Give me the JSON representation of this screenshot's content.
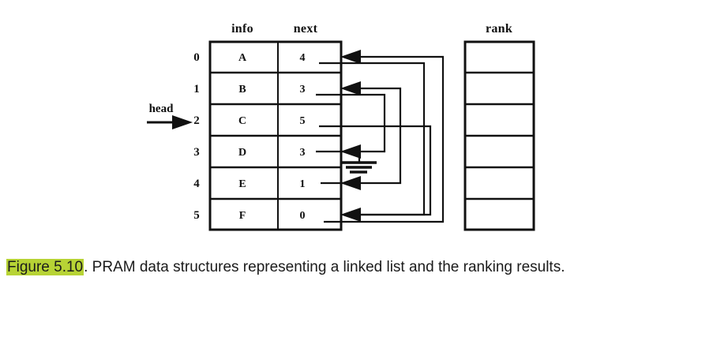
{
  "figure": {
    "columns": {
      "info_header": "info",
      "next_header": "next",
      "rank_header": "rank"
    },
    "head_pointer": {
      "label": "head",
      "points_to_index": 2
    },
    "row_indices": [
      "0",
      "1",
      "2",
      "3",
      "4",
      "5"
    ],
    "rows": [
      {
        "index": "0",
        "info": "A",
        "next": "4"
      },
      {
        "index": "1",
        "info": "B",
        "next": "3"
      },
      {
        "index": "2",
        "info": "C",
        "next": "5"
      },
      {
        "index": "3",
        "info": "D",
        "next": "3"
      },
      {
        "index": "4",
        "info": "E",
        "next": "1"
      },
      {
        "index": "5",
        "info": "F",
        "next": "0"
      }
    ],
    "rank_cells": [
      "",
      "",
      "",
      "",
      "",
      ""
    ],
    "terminator_symbol": "ground",
    "colors": {
      "ink": "#111111",
      "background": "#ffffff",
      "highlight": "#b7d335"
    }
  },
  "caption": {
    "figure_number": "Figure 5.10",
    "separator": ".",
    "text": " PRAM data structures representing a linked list and the ranking results."
  }
}
